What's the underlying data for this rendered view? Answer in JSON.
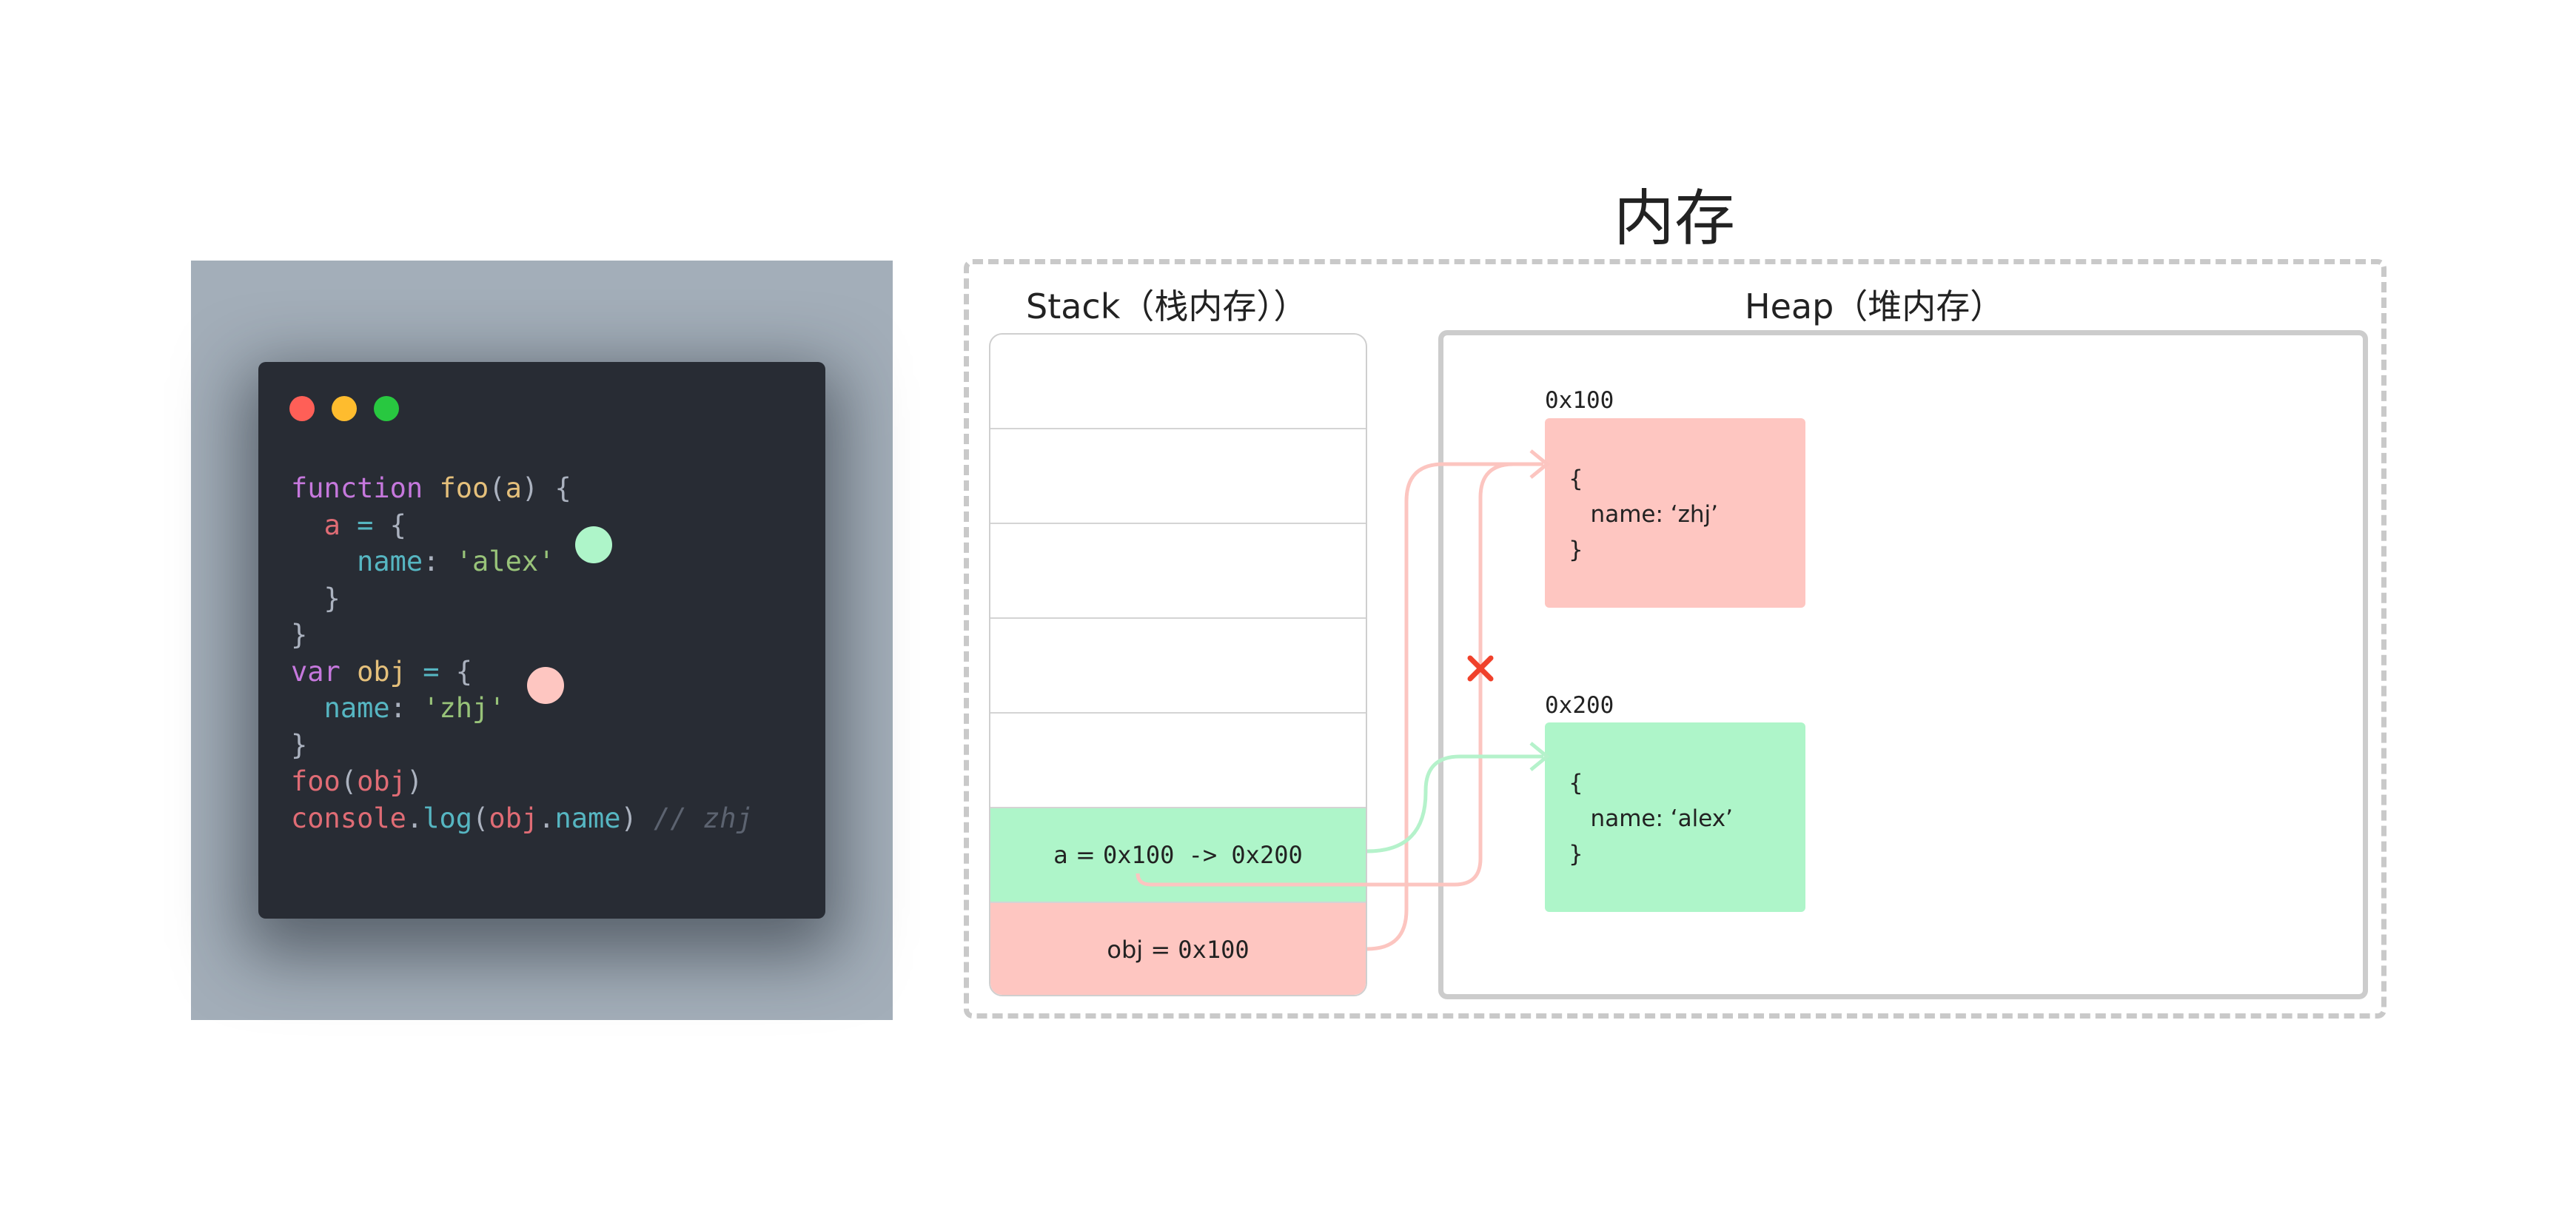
{
  "code": {
    "lines": [
      [
        {
          "t": "function",
          "c": "kw"
        },
        {
          "t": " ",
          "c": ""
        },
        {
          "t": "foo",
          "c": "fn"
        },
        {
          "t": "(",
          "c": ""
        },
        {
          "t": "a",
          "c": "pa"
        },
        {
          "t": ") {",
          "c": ""
        }
      ],
      [
        {
          "t": "  ",
          "c": ""
        },
        {
          "t": "a",
          "c": "vr"
        },
        {
          "t": " ",
          "c": ""
        },
        {
          "t": "=",
          "c": "op"
        },
        {
          "t": " {",
          "c": ""
        }
      ],
      [
        {
          "t": "    ",
          "c": ""
        },
        {
          "t": "name",
          "c": "pr"
        },
        {
          "t": ": ",
          "c": ""
        },
        {
          "t": "'alex'",
          "c": "st"
        }
      ],
      [
        {
          "t": "  }",
          "c": ""
        }
      ],
      [
        {
          "t": "}",
          "c": ""
        }
      ],
      [
        {
          "t": "var",
          "c": "kw"
        },
        {
          "t": " ",
          "c": ""
        },
        {
          "t": "obj",
          "c": "fn"
        },
        {
          "t": " ",
          "c": ""
        },
        {
          "t": "=",
          "c": "op"
        },
        {
          "t": " {",
          "c": ""
        }
      ],
      [
        {
          "t": "  ",
          "c": ""
        },
        {
          "t": "name",
          "c": "pr"
        },
        {
          "t": ": ",
          "c": ""
        },
        {
          "t": "'zhj'",
          "c": "st"
        }
      ],
      [
        {
          "t": "}",
          "c": ""
        }
      ],
      [
        {
          "t": "foo",
          "c": "vr"
        },
        {
          "t": "(",
          "c": ""
        },
        {
          "t": "obj",
          "c": "vr"
        },
        {
          "t": ")",
          "c": ""
        }
      ],
      [
        {
          "t": "console",
          "c": "vr"
        },
        {
          "t": ".",
          "c": ""
        },
        {
          "t": "log",
          "c": "pr"
        },
        {
          "t": "(",
          "c": ""
        },
        {
          "t": "obj",
          "c": "vr"
        },
        {
          "t": ".",
          "c": ""
        },
        {
          "t": "name",
          "c": "pr"
        },
        {
          "t": ") ",
          "c": ""
        },
        {
          "t": "// zhj",
          "c": "cm"
        }
      ]
    ]
  },
  "colors": {
    "green": "#aef5c9",
    "pink": "#fec6c1",
    "green_arrow": "#b5f2cb",
    "pink_arrow": "#fcc5c0",
    "cross": "#f0412b",
    "window_dots": [
      "#ff5f57",
      "#febc2e",
      "#28c840"
    ]
  },
  "memory": {
    "title": "内存",
    "stack_label": "Stack（栈内存））",
    "heap_label": "Heap（堆内存）",
    "stack_a": {
      "prefix": "a = ",
      "value": "0x100 -> 0x200"
    },
    "stack_obj": {
      "prefix": "obj = ",
      "value": "0x100"
    },
    "heap_objects": [
      {
        "address": "0x100",
        "lines": [
          "{",
          "   name: ‘zhj’",
          "}"
        ]
      },
      {
        "address": "0x200",
        "lines": [
          "{",
          "   name: ‘alex’",
          "}"
        ]
      }
    ]
  }
}
